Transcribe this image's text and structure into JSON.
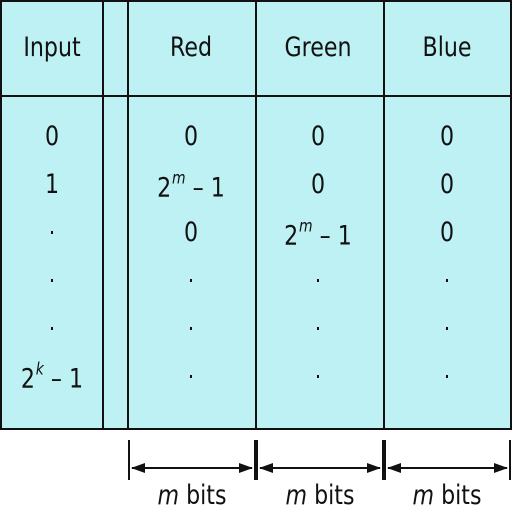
{
  "header": {
    "input": "Input",
    "red": "Red",
    "green": "Green",
    "blue": "Blue"
  },
  "rows": [
    {
      "input": "0",
      "red": "0",
      "green": "0",
      "blue": "0"
    },
    {
      "input": "1",
      "red": "2^m – 1",
      "green": "0",
      "blue": "0"
    },
    {
      "input": ".",
      "red": "0",
      "green": "2^m – 1",
      "blue": "0"
    },
    {
      "input": ".",
      "red": ".",
      "green": ".",
      "blue": "."
    },
    {
      "input": ".",
      "red": ".",
      "green": ".",
      "blue": "."
    },
    {
      "input": "2^k – 1",
      "red": ".",
      "green": ".",
      "blue": "."
    }
  ],
  "exponents": {
    "m": "m",
    "k": "k"
  },
  "bits": {
    "variable": "m",
    "unit": "bits",
    "red": "m bits",
    "green": "m bits",
    "blue": "m bits"
  },
  "colors": {
    "cell_fill": "#bdf1f3",
    "border": "#111111",
    "text": "#111111"
  }
}
